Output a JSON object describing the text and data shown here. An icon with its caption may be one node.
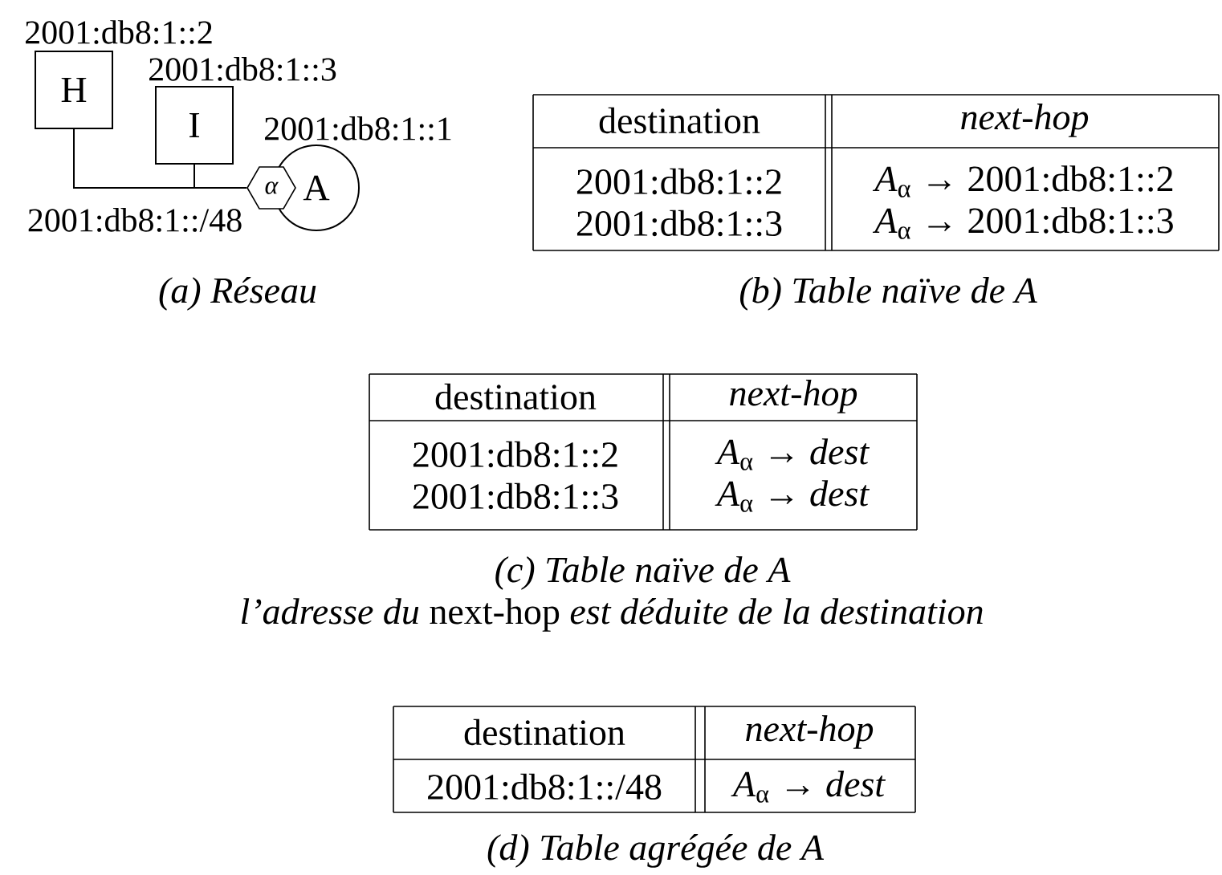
{
  "diagram": {
    "nodes": [
      {
        "text": [
          "H"
        ],
        "beside": [
          "2001:db8:1::2"
        ]
      },
      {
        "text": [
          "I"
        ],
        "beside": [
          "2001:db8:1::3"
        ]
      },
      {
        "text": [
          "α"
        ]
      },
      {
        "text": [
          "A"
        ],
        "beside": [
          "2001:db8:1::1"
        ]
      }
    ],
    "edges": [
      {
        "from": 0,
        "to": 2,
        "arrow": "none"
      },
      {
        "from": 1,
        "to": 2,
        "arrow": "none"
      }
    ],
    "labels": [
      "2001:db8:1::/48",
      "destination",
      "next-hop",
      "2001:db8:1::2",
      "*A*$_{α}$ → 2001:db8:1::2",
      "2001:db8:1::3",
      "*A*$_{α}$ → 2001:db8:1::3",
      "(a) Réseau",
      "(b) Table naïve de A",
      "destination",
      "next-hop",
      "2001:db8:1::2",
      "*A*$_{α}$ → *dest*",
      "2001:db8:1::3",
      "*A*$_{α}$ → *dest*",
      "(c) Table naïve de A",
      "*l’adresse du* next-hop *est déduite de la destination*",
      "destination",
      "next-hop",
      "2001:db8:1::/48",
      "*A*$_{α}$ → *dest*",
      "(d) Table agrégée de A"
    ]
  }
}
